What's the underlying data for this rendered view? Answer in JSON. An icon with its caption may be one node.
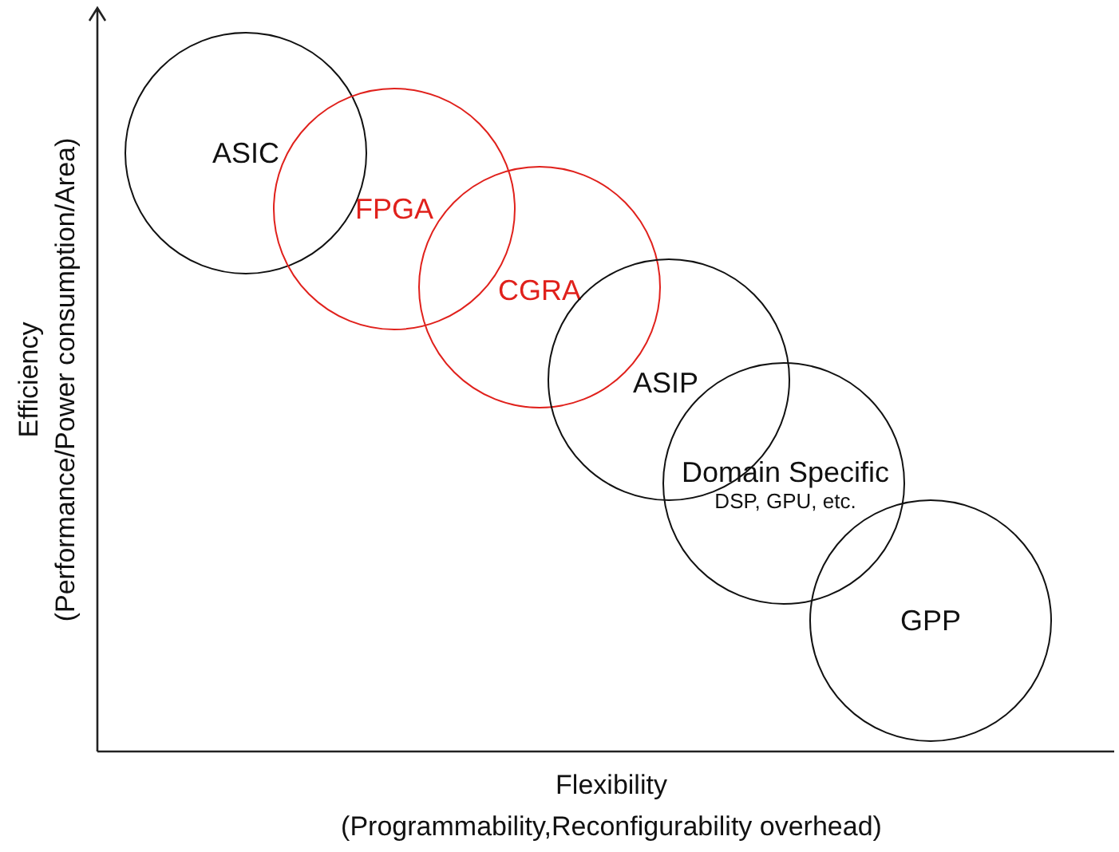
{
  "diagram": {
    "nodes": [
      {
        "text": [
          "ASIC"
        ]
      },
      {
        "text": [
          "FPGA"
        ]
      },
      {
        "text": [
          "CGRA"
        ]
      },
      {
        "text": [
          "ASIP"
        ]
      },
      {
        "text": [
          "Domain Specific",
          "DSP, GPU, etc."
        ]
      },
      {
        "text": [
          "GPP"
        ]
      }
    ],
    "edges": [],
    "labels": [
      "Efficiency",
      "(Performance/Power consumption/Area)",
      "Flexibility",
      "(Programmability,Reconfigurability overhead)"
    ]
  }
}
